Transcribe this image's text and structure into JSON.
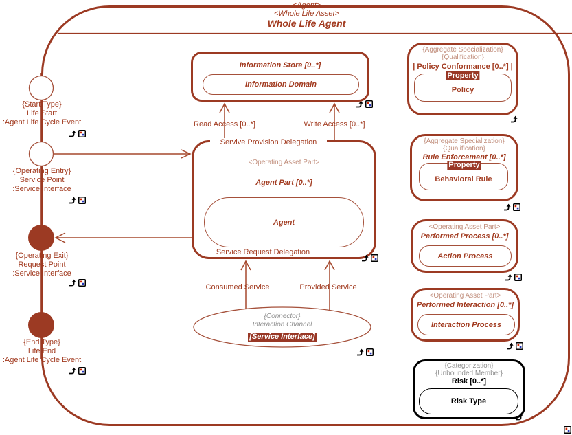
{
  "colors": {
    "accent": "#9c3a23",
    "accent_text": "#a23b20",
    "stereotype_red": "#c18e7c",
    "stereotype_gray": "#8f8f8f",
    "badge_bg": "#993826",
    "risk_border": "#000000"
  },
  "header": {
    "stereotype_agent": "<Agent>",
    "stereotype_asset": "<Whole Life Asset>",
    "title": "Whole Life Agent"
  },
  "lifecycle": [
    {
      "name": "life-start",
      "lines": [
        "{Start Type}",
        "Life Start",
        ":Agent Life Cycle Event"
      ]
    },
    {
      "name": "service-point",
      "lines": [
        "{Operating Entry}",
        "Service Point",
        ":Service Interface"
      ]
    },
    {
      "name": "request-point",
      "lines": [
        "{Operating Exit}",
        "Request Point",
        ":Service Interface"
      ]
    },
    {
      "name": "life-end",
      "lines": [
        "{End Type}",
        "Life End",
        ":Agent Life Cycle Event"
      ]
    }
  ],
  "info_store": {
    "title": "Information Store [0..*]",
    "inner": "Information Domain"
  },
  "agent_part": {
    "top_label": "Servive Provision Delegation",
    "stereotype": "<Operating Asset Part>",
    "title": "Agent Part [0..*]",
    "inner": "Agent",
    "bottom_label": "Service Request Delegation"
  },
  "flows": {
    "read": "Read Access [0..*]",
    "write": "Write Access [0..*]",
    "consumed": "Consumed Service",
    "provided": "Provided Service"
  },
  "channel": {
    "stereotype": "{Connector}",
    "name": "Interaction Channel",
    "badge": "[Service Interface]"
  },
  "policy_conformance": {
    "stereotype1": "{Aggregate Specialization}",
    "stereotype2": "{Qualification}",
    "title": "| Policy Conformance [0..*] |",
    "badge": "Property",
    "inner": "Policy"
  },
  "rule_enforcement": {
    "stereotype1": "{Aggregate Specialization}",
    "stereotype2": "{Qualification}",
    "title": "Rule Enforcement [0..*]",
    "badge": "Property",
    "inner": "Behavioral Rule"
  },
  "performed_process": {
    "stereotype1": "<Operating Asset Part>",
    "title": "Performed Process [0..*]",
    "inner": "Action Process"
  },
  "performed_interaction": {
    "stereotype1": "<Operating Asset Part>",
    "title": "Performed Interaction [0..*]",
    "inner": "Interaction Process"
  },
  "risk": {
    "stereotype1": "{Categorization}",
    "stereotype2": "{Unbounded Member}",
    "title": "Risk [0..*]",
    "inner": "Risk Type"
  },
  "icons": {
    "goto": "goto-arrow",
    "link": "diagram-link"
  }
}
